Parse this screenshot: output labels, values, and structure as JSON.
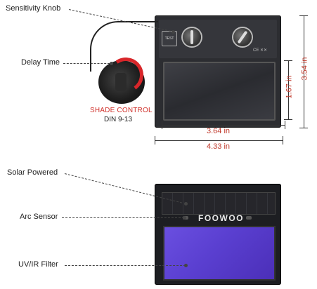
{
  "labels": {
    "sensitivity_knob": "Sensitivity Knob",
    "delay_time": "Delay Time",
    "shade_control": "SHADE CONTROL",
    "din": "DIN 9-13",
    "solar_powered": "Solar Powered",
    "arc_sensor": "Arc Sensor",
    "uv_ir_filter": "UV/IR Filter"
  },
  "dimensions": {
    "viewing_width": "3.64 in",
    "total_width": "4.33 in",
    "viewing_height": "1.67 in",
    "total_height": "3.54 in"
  },
  "front": {
    "brand": "FOOWOO",
    "test_button": "TEST",
    "ce_mark": "CE ✕✕"
  },
  "colors": {
    "filter_purple": "#5a3fd0",
    "solar_dark": "#26262b",
    "dim_text": "#c0392b",
    "shade_red": "#d0302a"
  }
}
